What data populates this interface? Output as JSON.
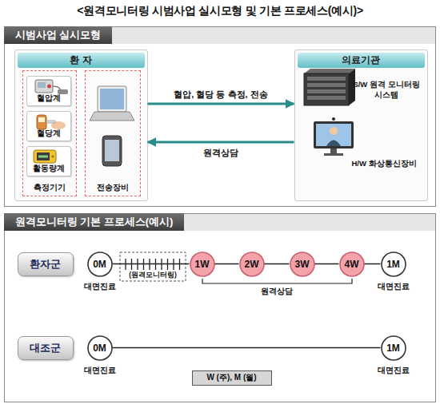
{
  "diagram": {
    "title": "<원격모니터링 시범사업 실시모형 및 기본 프로세스(예시)>",
    "nodes": [
      {
        "text": [
          "시범사업 실시모형"
        ]
      },
      {
        "text": [
          "환 자"
        ],
        "in": 0
      },
      {
        "text": [
          "측정기기"
        ],
        "in": 1
      },
      {
        "text": [
          "혈압계"
        ],
        "in": 2
      },
      {
        "text": [
          "혈당계"
        ],
        "in": 2
      },
      {
        "text": [
          "활동량계"
        ],
        "in": 2
      },
      {
        "text": [
          "전송장비"
        ],
        "in": 1
      },
      {
        "text": [
          "의료기관"
        ],
        "in": 0
      },
      {
        "text": [
          "원격모니터링 기본 프로세스(예시)"
        ]
      },
      {
        "text": [
          "환자군"
        ],
        "in": 8
      },
      {
        "text": [
          "0M",
          "대면진료"
        ],
        "in": 8
      },
      {
        "text": [
          "1W"
        ],
        "in": 8
      },
      {
        "text": [
          "2W"
        ],
        "in": 8
      },
      {
        "text": [
          "3W"
        ],
        "in": 8
      },
      {
        "text": [
          "4W"
        ],
        "in": 8
      },
      {
        "text": [
          "1M",
          "대면진료"
        ],
        "in": 8
      },
      {
        "text": [
          "대조군"
        ],
        "in": 8
      },
      {
        "text": [
          "0M",
          "대면진료"
        ],
        "in": 8
      },
      {
        "text": [
          "1M",
          "대면진료"
        ],
        "in": 8
      },
      {
        "text": [
          "W (주), M (월)"
        ],
        "in": 8
      }
    ],
    "edges": [
      {
        "from": 1,
        "to": 7,
        "arrow": "to",
        "label": "혈압, 혈당 등 측정, 전송"
      },
      {
        "from": 7,
        "to": 1,
        "arrow": "to",
        "label": "원격상담"
      },
      {
        "from": 10,
        "to": 11,
        "arrow": "none"
      },
      {
        "from": 11,
        "to": 12,
        "arrow": "none"
      },
      {
        "from": 12,
        "to": 13,
        "arrow": "none"
      },
      {
        "from": 13,
        "to": 14,
        "arrow": "none"
      },
      {
        "from": 14,
        "to": 15,
        "arrow": "none"
      },
      {
        "from": 17,
        "to": 18,
        "arrow": "none"
      }
    ],
    "labels": [
      "S/W 원격 모니터링 시스템",
      "H/W 화상통신장비",
      "(원격모니터링)",
      "원격상담"
    ]
  }
}
